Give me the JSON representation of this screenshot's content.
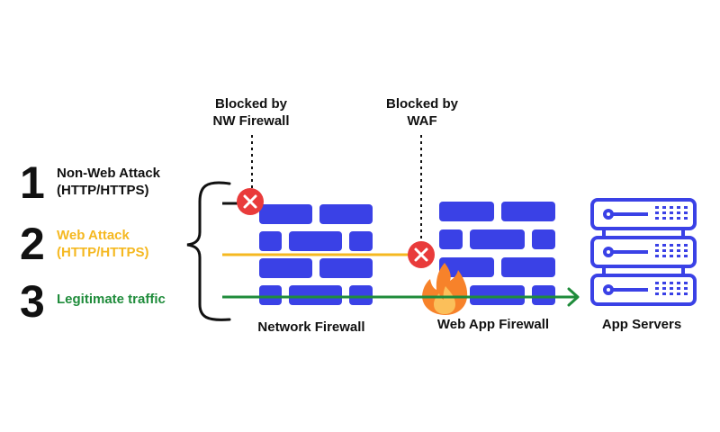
{
  "colors": {
    "brick": "#3a41e6",
    "server": "#3a41e6",
    "black": "#111111",
    "web_attack": "#f5b820",
    "legitimate": "#1f8c3b",
    "blocked_badge": "#e93b3b",
    "flame_outer": "#f7822a",
    "flame_inner": "#fbbf5a"
  },
  "traffic_types": [
    {
      "number": "1",
      "label_line1": "Non-Web Attack",
      "label_line2": "(HTTP/HTTPS)",
      "color": "#111111"
    },
    {
      "number": "2",
      "label_line1": "Web Attack",
      "label_line2": "(HTTP/HTTPS)",
      "color": "#f5b820"
    },
    {
      "number": "3",
      "label_line1": "Legitimate traffic",
      "label_line2": "",
      "color": "#1f8c3b"
    }
  ],
  "callouts": {
    "nw_blocked_line1": "Blocked by",
    "nw_blocked_line2": "NW Firewall",
    "waf_blocked_line1": "Blocked by",
    "waf_blocked_line2": "WAF"
  },
  "components": {
    "network_firewall": "Network Firewall",
    "web_app_firewall": "Web App Firewall",
    "app_servers": "App Servers"
  },
  "icons": {
    "blocked": "x-circle-icon",
    "fire": "fire-icon",
    "firewall": "brick-wall-icon",
    "server": "server-rack-icon",
    "arrow": "arrow-right-icon"
  }
}
